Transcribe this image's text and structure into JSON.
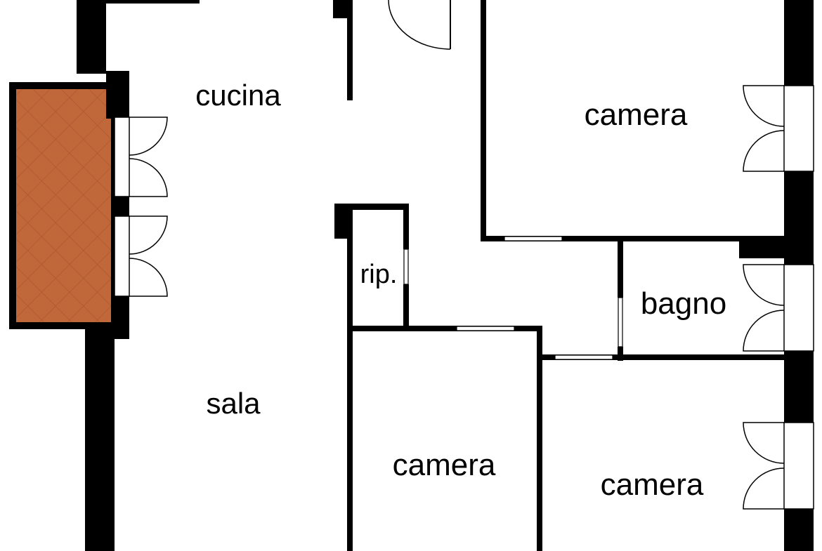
{
  "rooms": {
    "cucina": "cucina",
    "sala": "sala",
    "ripostiglio": "rip.",
    "camera_top_right": "camera",
    "bagno": "bagno",
    "camera_middle": "camera",
    "camera_bottom_right": "camera"
  },
  "colors": {
    "wall": "#000000",
    "floor": "#ffffff",
    "balcony_tile": "#c0683a",
    "balcony_tile_line": "#a8552c",
    "window_fill": "#ffffff"
  }
}
